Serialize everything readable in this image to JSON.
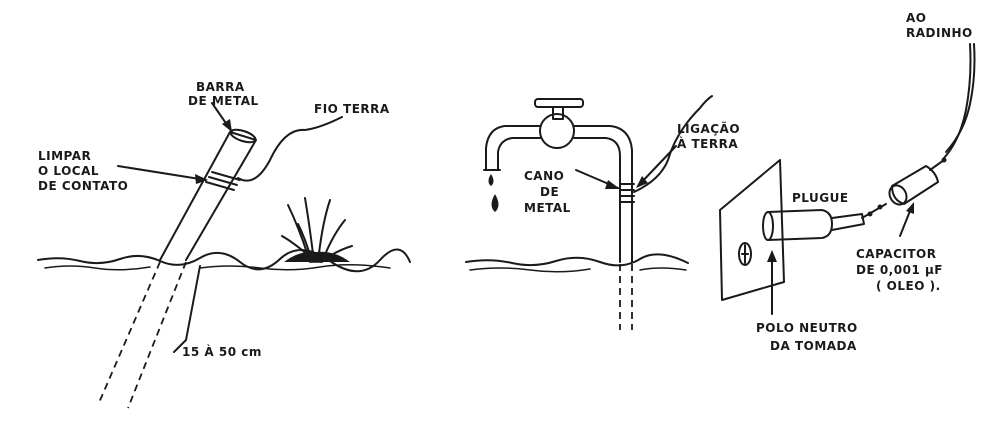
{
  "panel_ground_rod": {
    "label_bar": [
      "BARRA",
      "DE METAL"
    ],
    "label_wire": "FIO TERRA",
    "label_clean": [
      "LIMPAR",
      "O LOCAL",
      "DE CONTATO"
    ],
    "label_depth": "15 À 50 cm"
  },
  "panel_water_pipe": {
    "label_pipe": [
      "CANO",
      "DE",
      "METAL"
    ],
    "label_ground": [
      "LIGAÇÃO",
      "À TERRA"
    ]
  },
  "panel_outlet": {
    "label_radio": [
      "AO",
      "RADINHO"
    ],
    "label_plug": "PLUGUE",
    "label_capacitor": [
      "CAPACITOR",
      "DE  0,001 µF",
      "( OLEO )."
    ],
    "label_neutral": [
      "POLO NEUTRO",
      "DA TOMADA"
    ]
  }
}
